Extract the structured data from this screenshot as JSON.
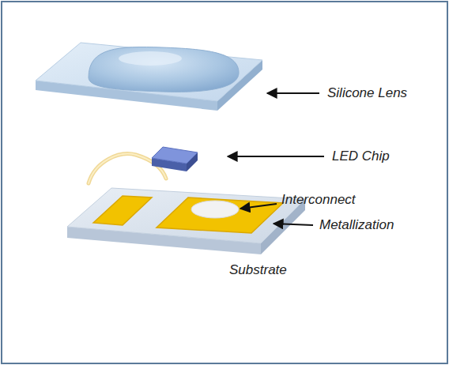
{
  "diagram": {
    "labels": [
      "Silicone Lens",
      "LED Chip",
      "Interconnect",
      "Metallization",
      "Substrate"
    ]
  }
}
